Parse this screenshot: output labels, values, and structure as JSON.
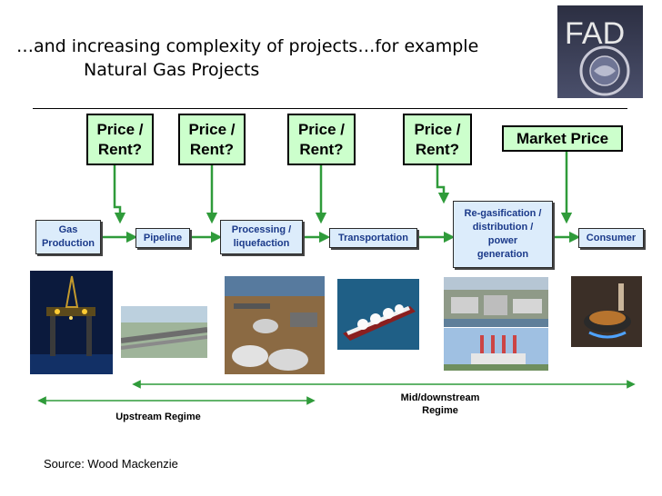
{
  "title": {
    "line1": "…and increasing complexity of projects…for example",
    "line2": "Natural Gas Projects"
  },
  "logo": {
    "text": "FAD",
    "icon": "imf-logo"
  },
  "price_boxes": [
    {
      "line1": "Price /",
      "line2": "Rent?"
    },
    {
      "line1": "Price /",
      "line2": "Rent?"
    },
    {
      "line1": "Price /",
      "line2": "Rent?"
    },
    {
      "line1": "Price /",
      "line2": "Rent?"
    }
  ],
  "market_price": "Market Price",
  "steps": {
    "gas_production": {
      "line1": "Gas",
      "line2": "Production"
    },
    "pipeline": "Pipeline",
    "processing": {
      "line1": "Processing /",
      "line2": "liquefaction"
    },
    "transportation": "Transportation",
    "regasification": {
      "line1": "Re-gasification /",
      "line2": "distribution /",
      "line3": "power",
      "line4": "generation"
    },
    "consumer": "Consumer"
  },
  "regimes": {
    "upstream": "Upstream Regime",
    "midstream": {
      "line1": "Mid/downstream",
      "line2": "Regime"
    }
  },
  "source": "Source: Wood Mackenzie",
  "colors": {
    "flow_arrow": "#2f9b3a",
    "price_fill": "#ccffcc",
    "step_fill": "#dcecfb",
    "step_text": "#1b3a8a"
  }
}
